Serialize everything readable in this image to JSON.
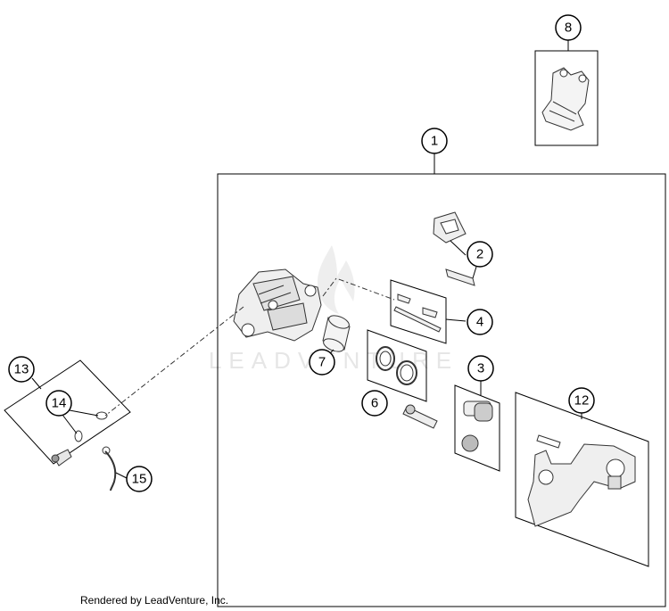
{
  "diagram": {
    "watermark_text": "LEADVENTURE",
    "credit_text": "Rendered by LeadVenture, Inc.",
    "callouts": [
      "1",
      "2",
      "3",
      "4",
      "6",
      "7",
      "8",
      "12",
      "13",
      "14",
      "15"
    ]
  }
}
